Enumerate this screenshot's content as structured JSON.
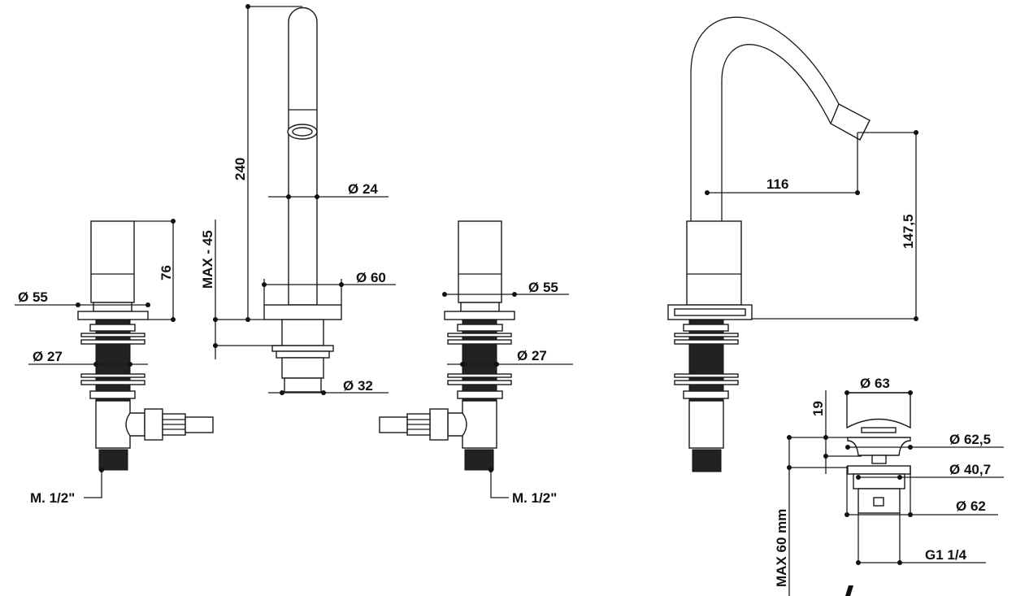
{
  "dimensions": {
    "left_valve": {
      "flange_diameter": "Ø  55",
      "thread_diameter": "Ø 27",
      "height": "76",
      "connection": "M. 1/2\""
    },
    "spout": {
      "height": "240",
      "tube_diameter": "Ø  24",
      "base_diameter": "Ø  60",
      "shank_diameter": "Ø  32",
      "deck_thickness": "MAX - 45"
    },
    "right_valve": {
      "flange_diameter": "Ø  55",
      "thread_diameter": "Ø 27",
      "connection": "M. 1/2\""
    },
    "gooseneck": {
      "reach": "116",
      "height": "147,5"
    },
    "drain": {
      "cap_diameter": "Ø  63",
      "cap_height": "19",
      "flange_diameter": "Ø  62,5",
      "inner_diameter": "Ø  40,7",
      "body_diameter": "Ø  62",
      "thread": "G1 1/4",
      "max_thickness": "MAX 60 mm"
    }
  },
  "colors": {
    "line": "#1a1a1a",
    "background": "#ffffff"
  }
}
